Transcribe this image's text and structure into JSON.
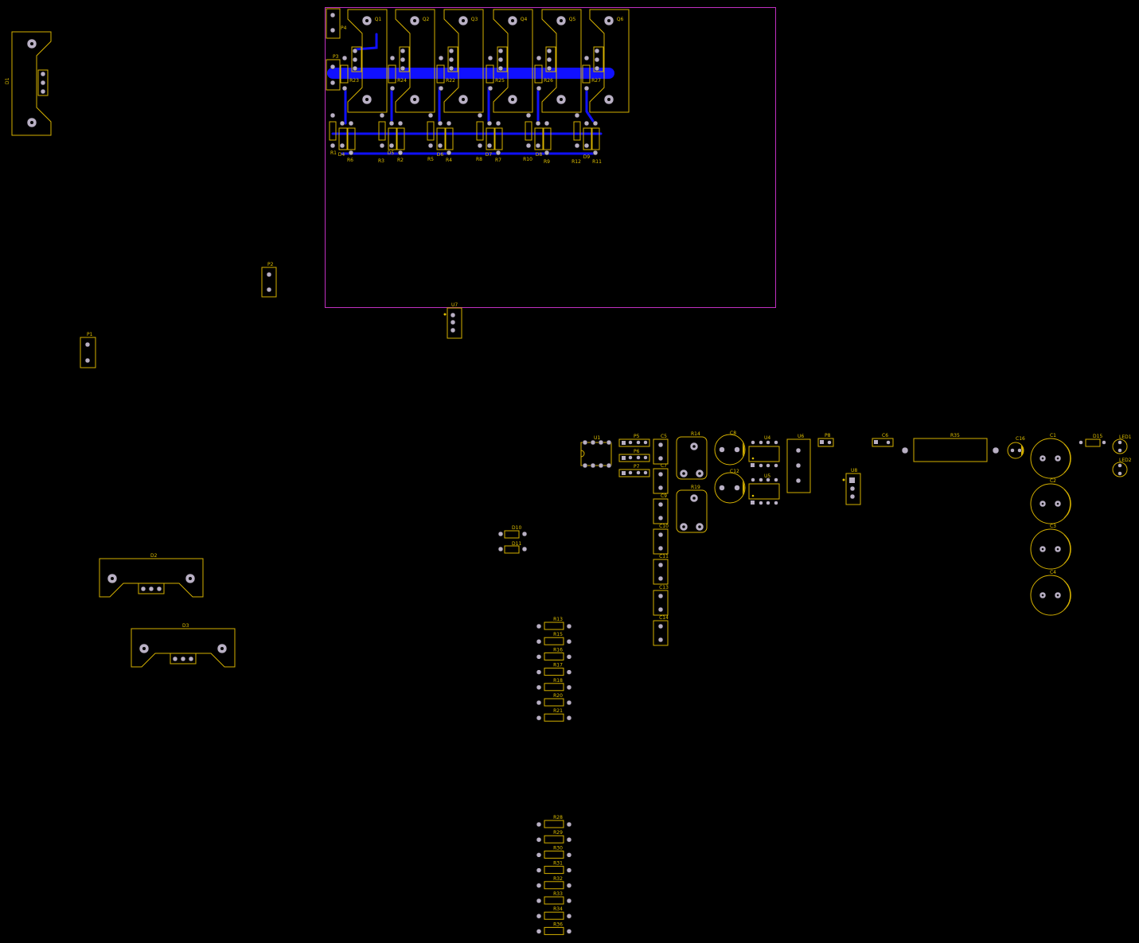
{
  "colors": {
    "background": "#000000",
    "silkscreen": "#d4b000",
    "copper": "#1010ff",
    "pad": "#b9b0c4",
    "board_outline": "#c030c0"
  },
  "mosfets": [
    {
      "ref": "Q1",
      "res": "R23"
    },
    {
      "ref": "Q2",
      "res": "R24"
    },
    {
      "ref": "Q3",
      "res": "R22"
    },
    {
      "ref": "Q4",
      "res": "R25"
    },
    {
      "ref": "Q5",
      "res": "R26"
    },
    {
      "ref": "Q6",
      "res": "R27"
    }
  ],
  "gate_row_labels": [
    "R1",
    "D4",
    "R6",
    "D5",
    "R3",
    "R2",
    "R5",
    "D6",
    "R4",
    "R8",
    "D7",
    "R7",
    "R10",
    "D8",
    "R9",
    "R12",
    "D9",
    "R11"
  ],
  "connectors": {
    "P1": "P1",
    "P2": "P2",
    "P3": "P3",
    "P4": "P4",
    "P5": "P5",
    "P6": "P6",
    "P7": "P7",
    "P8": "P8"
  },
  "diodes": {
    "D1": "D1",
    "D2": "D2",
    "D3": "D3",
    "D10": "D10",
    "D11": "D11",
    "D15": "D15"
  },
  "regulators": {
    "U1": "U1",
    "U4": "U4",
    "U5": "U5",
    "U6": "U6",
    "U7": "U7",
    "U8": "U8"
  },
  "ceramic_caps": [
    "C5",
    "C7",
    "C9",
    "C10",
    "C11",
    "C13",
    "C14"
  ],
  "misc": {
    "C6": "C6",
    "C8": "C8",
    "C12": "C12",
    "C16": "C16",
    "R14": "R14",
    "R19": "R19",
    "R35": "R35",
    "LED1": "LED1",
    "LED2": "LED2"
  },
  "electrolytics": [
    "C1",
    "C2",
    "C3",
    "C4"
  ],
  "resistor_array_1": [
    "R13",
    "R15",
    "R16",
    "R17",
    "R18",
    "R20",
    "R21"
  ],
  "resistor_array_2": [
    "R28",
    "R29",
    "R30",
    "R31",
    "R32",
    "R33",
    "R34",
    "R36"
  ]
}
